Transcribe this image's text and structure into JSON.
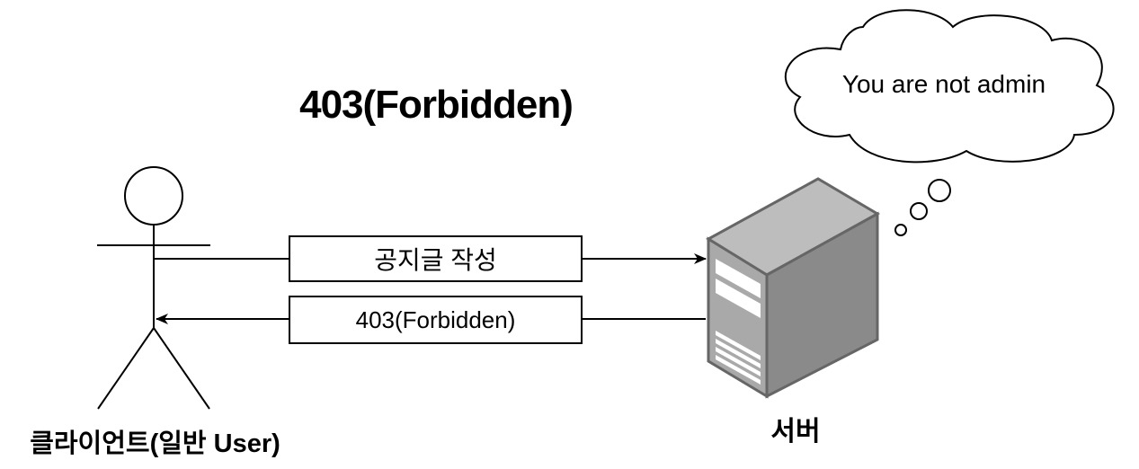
{
  "title": "403(Forbidden)",
  "actor": {
    "label": "클라이언트(일반 User)"
  },
  "server": {
    "label": "서버"
  },
  "messages": {
    "request": "공지글 작성",
    "response": "403(Forbidden)"
  },
  "thought": {
    "text": "You are not admin"
  },
  "icons": {
    "actor": "stick-figure-icon",
    "server": "server-tower-icon",
    "thought": "thought-cloud-icon"
  }
}
